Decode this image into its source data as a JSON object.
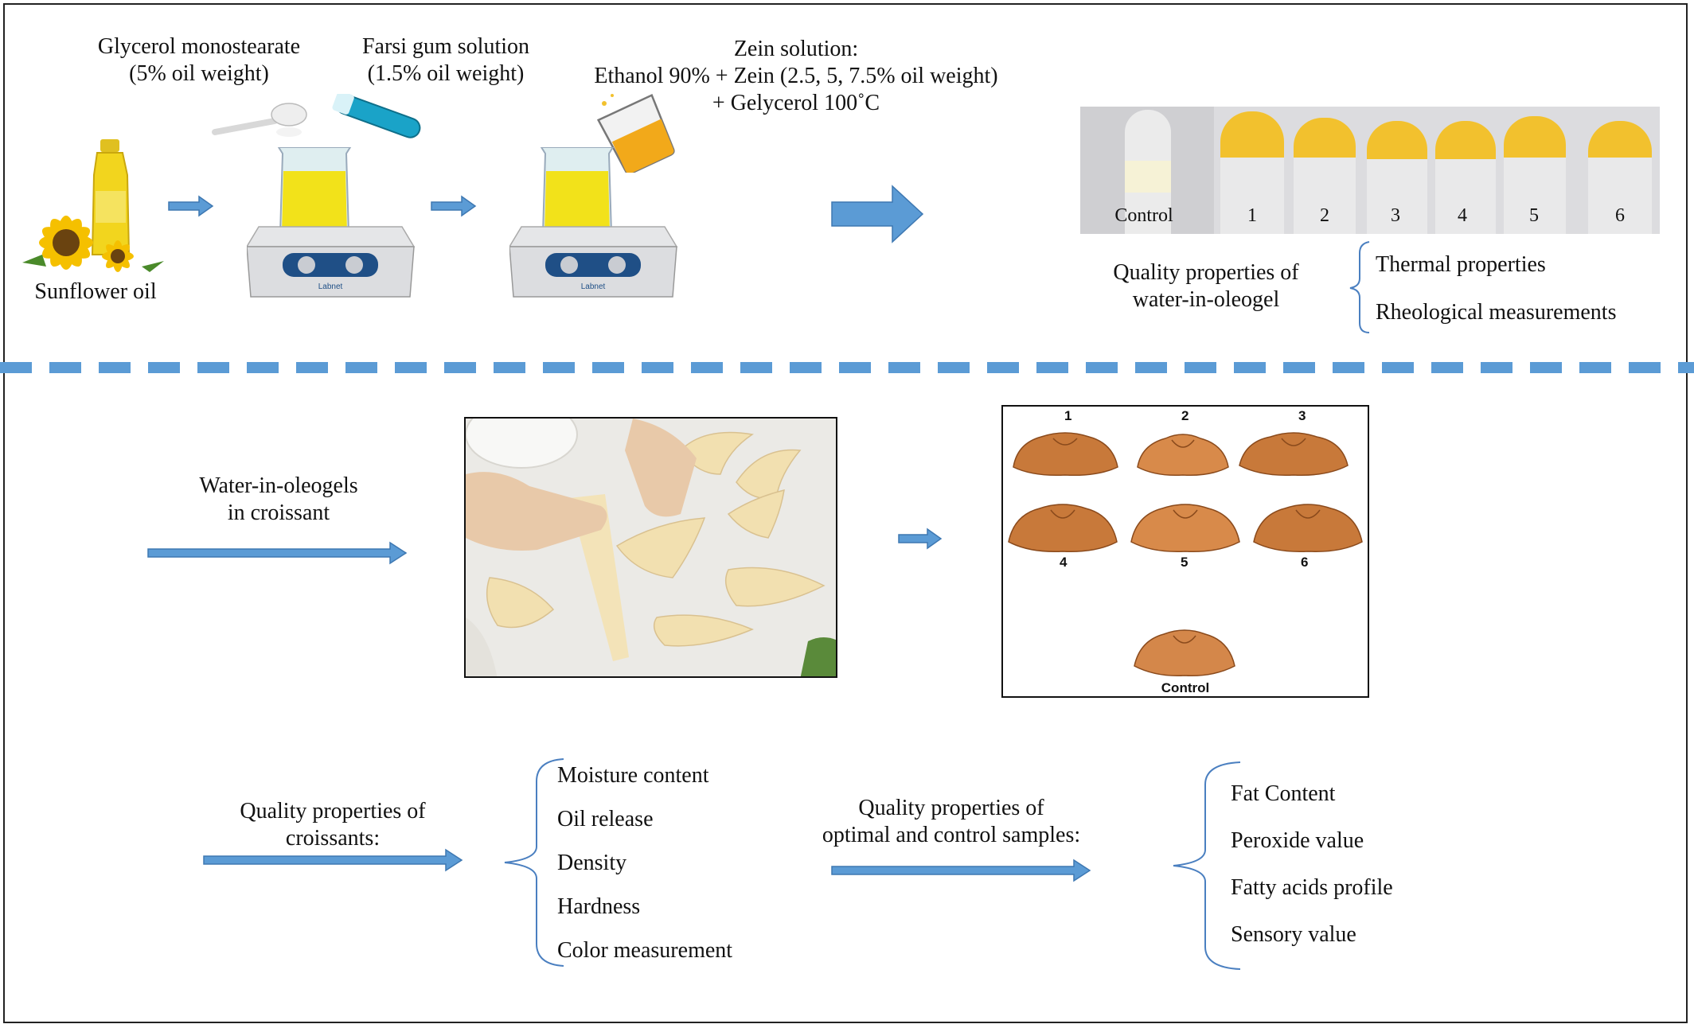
{
  "top": {
    "glycerol": {
      "line1": "Glycerol monostearate",
      "line2": "(5% oil weight)"
    },
    "farsi": {
      "line1": "Farsi gum solution",
      "line2": "(1.5% oil weight)"
    },
    "zein": {
      "line1": "Zein solution:",
      "line2": "Ethanol 90% + Zein (2.5, 5, 7.5% oil weight)",
      "line3": "+ Gelycerol 100˚C"
    },
    "sunflower_label": "Sunflower oil",
    "stirrer_brand": "Labnet",
    "tubes": {
      "control": "Control",
      "numbers": [
        "1",
        "2",
        "3",
        "4",
        "5",
        "6"
      ]
    },
    "quality_oleogel": {
      "line1": "Quality properties of",
      "line2": "water-in-oleogel"
    },
    "oleogel_props": [
      "Thermal properties",
      "Rheological measurements"
    ]
  },
  "bottom": {
    "croissant_label": {
      "line1": "Water-in-oleogels",
      "line2": "in croissant"
    },
    "samples": {
      "top_numbers": [
        "1",
        "2",
        "3"
      ],
      "bottom_numbers": [
        "4",
        "5",
        "6"
      ],
      "control": "Control"
    },
    "quality_croissants": {
      "line1": "Quality properties of",
      "line2": "croissants:"
    },
    "croissant_props": [
      "Moisture content",
      "Oil release",
      "Density",
      "Hardness",
      "Color measurement"
    ],
    "quality_optimal": {
      "line1": "Quality properties of",
      "line2": "optimal and control samples:"
    },
    "optimal_props": [
      "Fat Content",
      "Peroxide value",
      "Fatty acids profile",
      "Sensory value"
    ]
  },
  "colors": {
    "arrow": "#5b9bd5",
    "arrow_stroke": "#3e78b2",
    "oil": "#f2e21a",
    "gel": "#f2c12e",
    "brace": "#4a7fc0",
    "croissant": "#c8793a"
  }
}
